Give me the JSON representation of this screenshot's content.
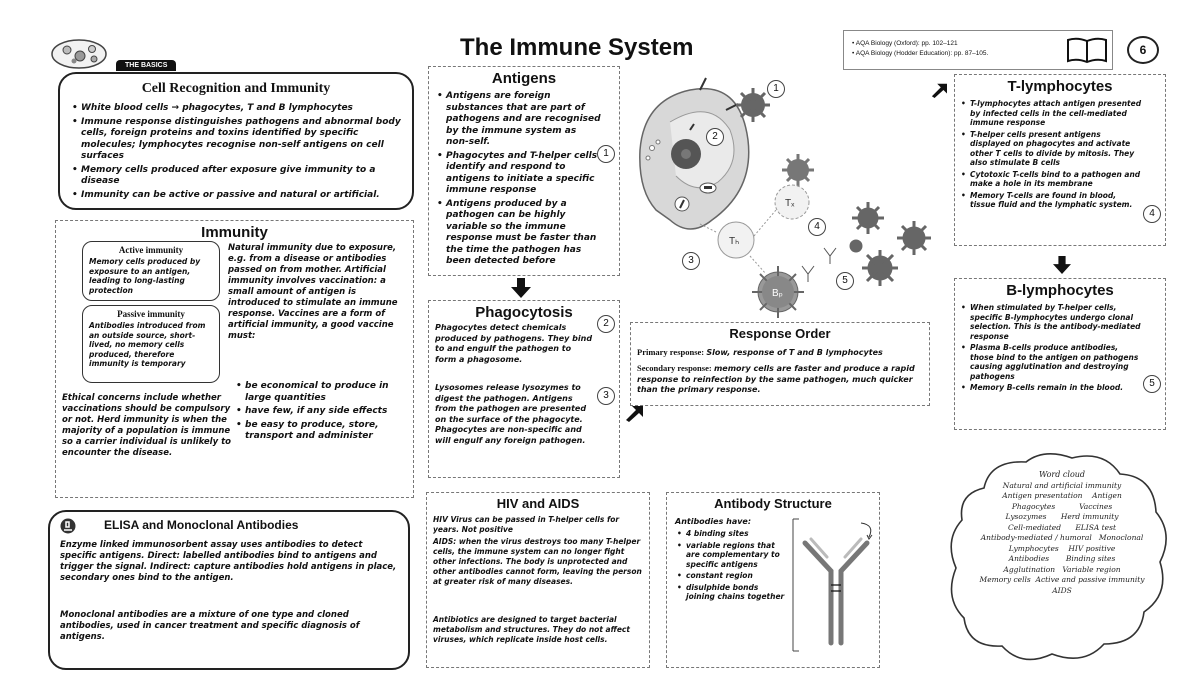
{
  "header": {
    "title": "The Immune System",
    "tag": "THE BASICS",
    "page_number": "6",
    "references": [
      "AQA Biology (Oxford): pp. 102–121",
      "AQA Biology (Hodder Education): pp. 87–105."
    ]
  },
  "cell_recognition": {
    "title": "Cell Recognition and Immunity",
    "items": [
      "White blood cells → phagocytes, T and B lymphocytes",
      "Immune response distinguishes pathogens and abnormal body cells, foreign proteins and toxins identified by specific molecules; lymphocytes recognise non-self antigens on cell surfaces",
      "Memory cells produced after exposure give immunity to a disease",
      "Immunity can be active or passive and natural or artificial."
    ]
  },
  "immunity": {
    "title": "Immunity",
    "active_title": "Active immunity",
    "active_text": "Memory cells produced by exposure to an antigen, leading to long-lasting protection",
    "passive_title": "Passive immunity",
    "passive_text": "Antibodies introduced from an outside source, short-lived, no memory cells produced, therefore immunity is temporary",
    "right_text": "Natural immunity due to exposure, e.g. from a disease or antibodies passed on from mother. Artificial immunity involves vaccination: a small amount of antigen is introduced to stimulate an immune response. Vaccines are a form of artificial immunity, a good vaccine must:",
    "vaccine_points": [
      "be economical to produce in large quantities",
      "have few, if any side effects",
      "be easy to produce, store, transport and administer"
    ],
    "bottom_text": "Ethical concerns include whether vaccinations should be compulsory or not. Herd immunity is when the majority of a population is immune so a carrier individual is unlikely to encounter the disease."
  },
  "antigens": {
    "title": "Antigens",
    "items": [
      "Antigens are foreign substances that are part of pathogens and are recognised by the immune system as non-self.",
      "Phagocytes and T-helper cells identify and respond to antigens to initiate a specific immune response",
      "Antigens produced by a pathogen can be highly variable so the immune response must be faster than the time the pathogen has been detected before"
    ]
  },
  "phagocytosis": {
    "title": "Phagocytosis",
    "para1": "Phagocytes detect chemicals produced by pathogens. They bind to and engulf the pathogen to form a phagosome.",
    "para2": "Lysosomes release lysozymes to digest the pathogen. Antigens from the pathogen are presented on the surface of the phagocyte. Phagocytes are non-specific and will engulf any foreign pathogen."
  },
  "response_order": {
    "title": "Response Order",
    "primary_label": "Primary response:",
    "primary_text": "Slow, response of T and B lymphocytes",
    "secondary_label": "Secondary response:",
    "secondary_text": "memory cells are faster and produce a rapid response to reinfection by the same pathogen, much quicker than the primary response."
  },
  "t_lymphocytes": {
    "title": "T-lymphocytes",
    "items": [
      "T-lymphocytes attach antigen presented by infected cells in the cell-mediated immune response",
      "T-helper cells present antigens displayed on phagocytes and activate other T cells to divide by mitosis. They also stimulate B cells",
      "Cytotoxic T-cells bind to a pathogen and make a hole in its membrane",
      "Memory T-cells are found in blood, tissue fluid and the lymphatic system."
    ]
  },
  "b_lymphocytes": {
    "title": "B-lymphocytes",
    "items": [
      "When stimulated by T-helper cells, specific B-lymphocytes undergo clonal selection. This is the antibody-mediated response",
      "Plasma B-cells produce antibodies, those bind to the antigen on pathogens causing agglutination and destroying pathogens",
      "Memory B-cells remain in the blood."
    ]
  },
  "elisa": {
    "title": "ELISA and Monoclonal Antibodies",
    "para1": "Enzyme linked immunosorbent assay uses antibodies to detect specific antigens. Direct: labelled antibodies bind to antigens and trigger the signal. Indirect: capture antibodies hold antigens in place, secondary ones bind to the antigen.",
    "para2": "Monoclonal antibodies are a mixture of one type and cloned antibodies, used in cancer treatment and specific diagnosis of antigens."
  },
  "hiv": {
    "title": "HIV and AIDS",
    "para1": "HIV Virus can be passed in T-helper cells for years. Not positive",
    "para2": "AIDS: when the virus destroys too many T-helper cells, the immune system can no longer fight other infections. The body is unprotected and other antibodies cannot form, leaving the person at greater risk of many diseases.",
    "para3": "Antibiotics are designed to target bacterial metabolism and structures. They do not affect viruses, which replicate inside host cells."
  },
  "antibody_structure": {
    "title": "Antibody Structure",
    "intro": "Antibodies have:",
    "points": [
      "4 binding sites",
      "variable regions that are complementary to specific antigens",
      "constant region",
      "disulphide bonds joining chains together"
    ]
  },
  "word_cloud": {
    "title": "Word cloud",
    "words": [
      "Natural and artificial immunity",
      "Antigen presentation",
      "Antigen",
      "Phagocytes",
      "Vaccines",
      "Lysozymes",
      "Herd immunity",
      "Cell-mediated",
      "ELISA test",
      "Antibody-mediated / humoral",
      "Monoclonal",
      "Lymphocytes",
      "HIV positive",
      "Antibodies",
      "Binding sites",
      "Agglutination",
      "Variable region",
      "Memory cells",
      "Active and passive immunity",
      "AIDS"
    ]
  },
  "diagram": {
    "labels": [
      "1",
      "2",
      "3",
      "4",
      "5"
    ],
    "cell_labels": [
      "Tₕ",
      "Tₓ",
      "Bₚ"
    ]
  }
}
